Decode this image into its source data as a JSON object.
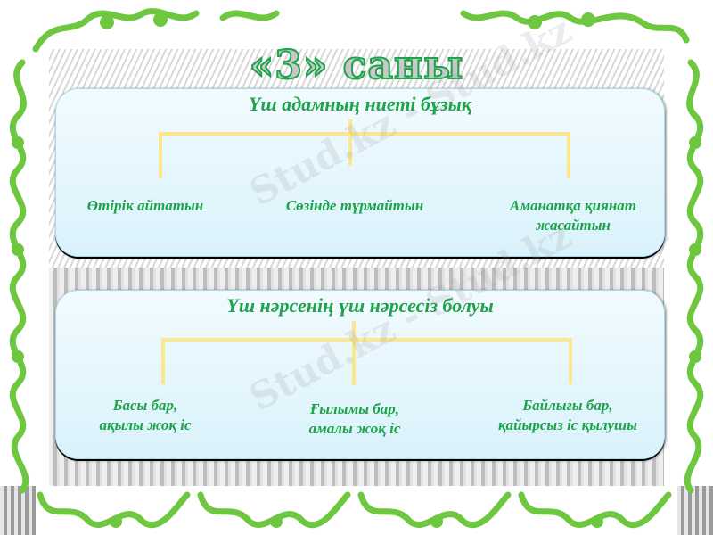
{
  "slide": {
    "title": "«3» саны",
    "colors": {
      "title_stroke": "#1ea24a",
      "text_green": "#1ea24a",
      "connector": "#fde78a",
      "box_bg": "#e3f6fc",
      "ornament": "#6dc73f"
    },
    "watermark": "Stud.kz - Stud.kz"
  },
  "box1": {
    "heading": "Үш адамның ниеті бұзық",
    "items": [
      {
        "text": "Өтірік айтатын"
      },
      {
        "text": "Сөзінде тұрмайтын"
      },
      {
        "line1": "Аманатқа қиянат",
        "line2": "жасайтын"
      }
    ]
  },
  "box2": {
    "heading": "Үш нәрсенің үш нәрсесіз болуы",
    "items": [
      {
        "line1": "Басы бар,",
        "line2": "ақылы жоқ іс"
      },
      {
        "line1": "Ғылымы бар,",
        "line2": "амалы жоқ іс"
      },
      {
        "line1": "Байлығы бар,",
        "line2": "қайырсыз іс қылушы"
      }
    ]
  }
}
